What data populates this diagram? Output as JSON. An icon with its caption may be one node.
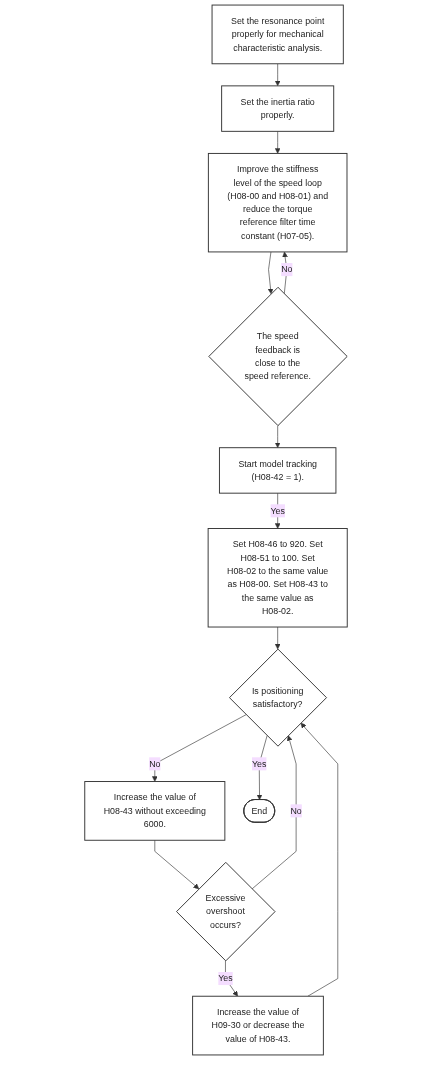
{
  "diagram": {
    "nodes": [
      {
        "text": [
          "Set the resonance point properly for mechanical characteristic analysis."
        ]
      },
      {
        "text": [
          "Set the inertia ratio properly."
        ]
      },
      {
        "text": [
          "Improve the stiffness level of the speed loop (H08-00 and H08-01) and reduce the torque reference filter time constant (H07-05)."
        ]
      },
      {
        "text": [
          "The speed feedback is close to the speed reference."
        ]
      },
      {
        "text": [
          "Start model tracking (H08-42 = 1)."
        ]
      },
      {
        "text": [
          "Set H08-46 to 920. Set H08-51 to 100. Set H08-02 to the same value as H08-00. Set H08-43 to the same value as H08-02."
        ]
      },
      {
        "text": [
          "Increase the value of H09-30 or decrease the value of H08-43."
        ]
      },
      {
        "text": [
          "Excessive overshoot occurs?"
        ]
      },
      {
        "text": [
          "Is positioning satisfactory?"
        ]
      },
      {
        "text": [
          "Increase the value of H08-43 without exceeding 6000."
        ]
      },
      {
        "text": [
          "End"
        ]
      }
    ],
    "edges": [
      {
        "from": 0,
        "to": 1,
        "arrow": "to"
      },
      {
        "from": 1,
        "to": 2,
        "arrow": "to"
      },
      {
        "from": 2,
        "to": 3,
        "arrow": "to"
      },
      {
        "from": 3,
        "to": 2,
        "arrow": "to",
        "label": "No"
      },
      {
        "from": 3,
        "to": 4,
        "arrow": "to"
      },
      {
        "from": 4,
        "to": 5,
        "arrow": "to",
        "label": "Yes"
      },
      {
        "from": 5,
        "to": 8,
        "arrow": "to"
      },
      {
        "from": 6,
        "to": 8,
        "arrow": "to"
      },
      {
        "from": 7,
        "to": 8,
        "arrow": "to",
        "label": "No"
      },
      {
        "from": 8,
        "to": 9,
        "arrow": "to",
        "label": "No"
      },
      {
        "from": 9,
        "to": 7,
        "arrow": "to"
      },
      {
        "from": 7,
        "to": 6,
        "arrow": "to",
        "label": "Yes"
      },
      {
        "from": 8,
        "to": 10,
        "arrow": "to",
        "label": "Yes"
      }
    ]
  }
}
